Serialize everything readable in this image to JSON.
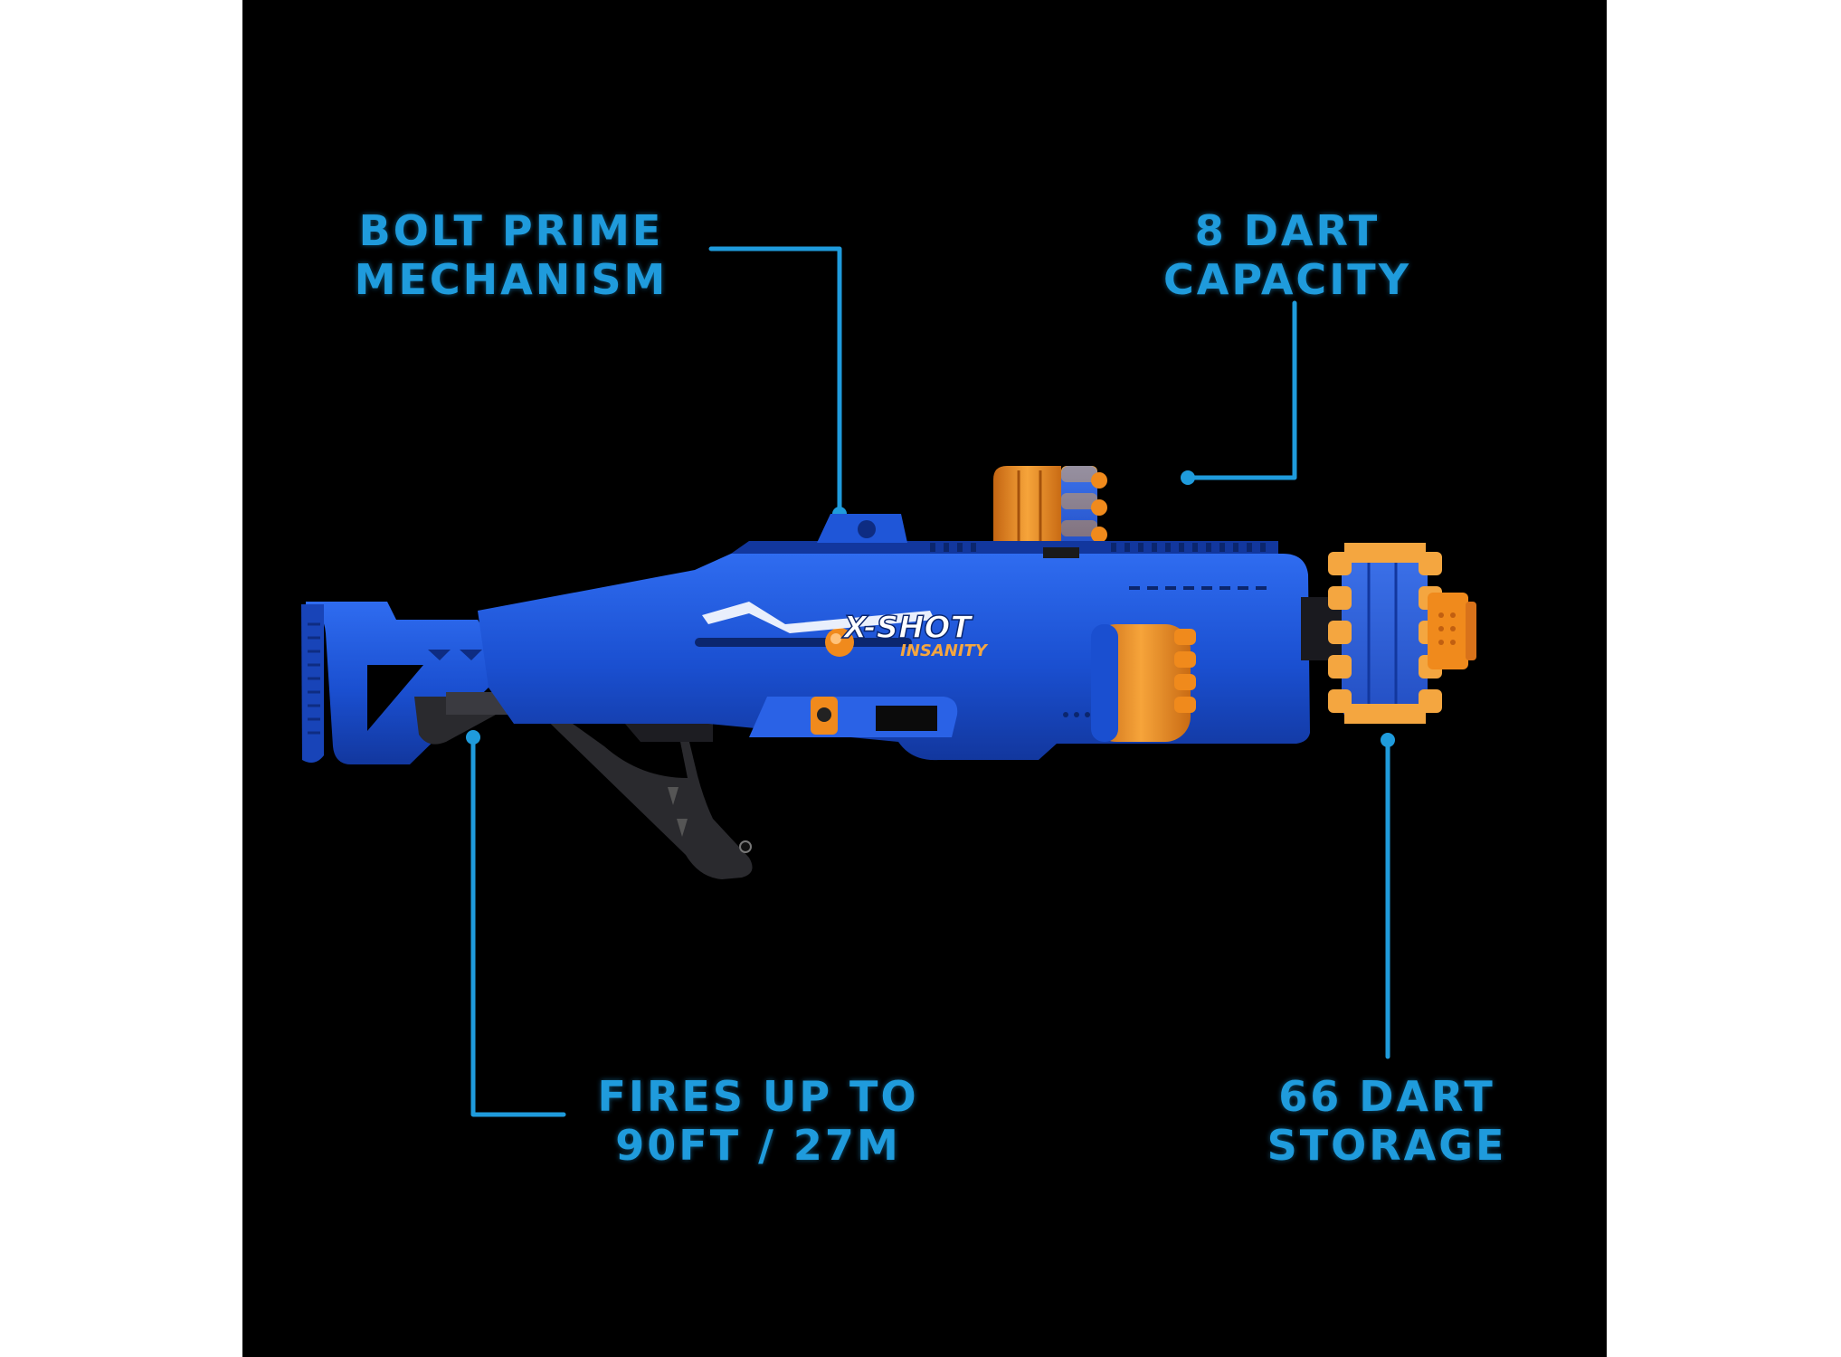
{
  "callouts": {
    "bolt_prime": {
      "line1": "BOLT PRIME",
      "line2": "MECHANISM"
    },
    "dart_capacity": {
      "line1": "8 DART",
      "line2": "CAPACITY"
    },
    "range": {
      "line1": "FIRES UP TO",
      "line2": "90FT / 27M"
    },
    "storage": {
      "line1": "66 DART",
      "line2": "STORAGE"
    }
  },
  "brand": {
    "name": "X-SHOT",
    "sub": "INSANITY"
  },
  "colors": {
    "background": "#000000",
    "accent": "#1f9bdc",
    "blaster_blue": "#1b56d6",
    "grip_black": "#2a2a2e",
    "dart_orange": "#f08a1c"
  }
}
